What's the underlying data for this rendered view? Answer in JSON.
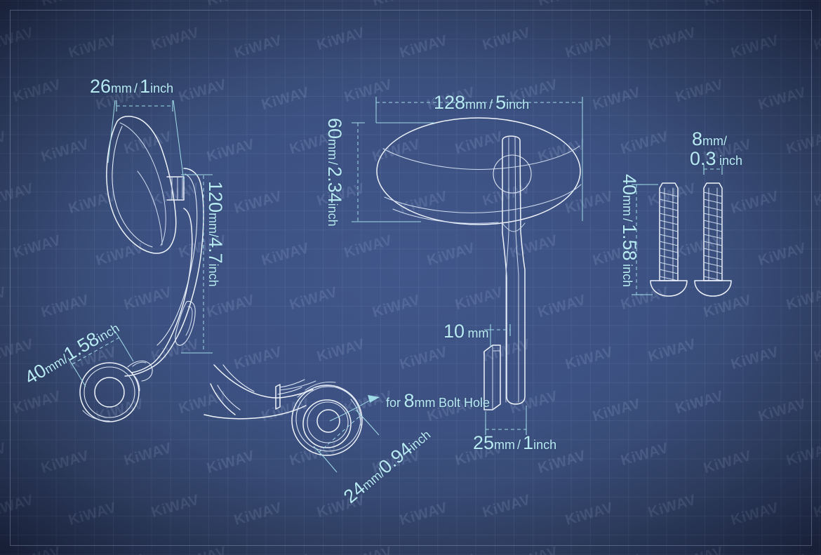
{
  "meta": {
    "title": "KiWAV motorcycle mirror technical blueprint",
    "watermark_text": "KiWAV",
    "colors": {
      "background": "#3c5181",
      "background_edge": "#1d2640",
      "grid_line": "#afc4eb",
      "drawing_line": "#eef3fb",
      "dimension_accent": "#b8eaf2",
      "watermark": "#c4d8f8"
    }
  },
  "views": {
    "side_view": {
      "name": "Side view of mirror assembly"
    },
    "bottom_detail": {
      "name": "Bottom view of mount base"
    },
    "front_view": {
      "name": "Front view with elliptical mirror head"
    },
    "profile_view": {
      "name": "Edge profile of stem and base"
    },
    "hardware": {
      "name": "Two mounting bolts"
    }
  },
  "dimensions": {
    "mirror_thickness": {
      "value": "26",
      "unit": "mm",
      "sep": "/",
      "imperial_value": "1",
      "imperial_unit": "inch",
      "full": "26mm/ 1inch"
    },
    "assembly_height": {
      "value": "120",
      "unit": "mm",
      "sep": "/",
      "imperial_value": "4.7",
      "imperial_unit": "inch",
      "full": "120mm/4.7inch"
    },
    "base_diameter": {
      "value": "40",
      "unit": "mm",
      "sep": "/",
      "imperial_value": "1.58",
      "imperial_unit": "inch",
      "full": "40mm/1.58inch"
    },
    "mirror_width": {
      "value": "128",
      "unit": "mm",
      "sep": "/",
      "imperial_value": "5",
      "imperial_unit": "inch",
      "full": "128mm/ 5inch"
    },
    "mirror_height": {
      "value": "60",
      "unit": "mm",
      "sep": "/",
      "imperial_value": "2.34",
      "imperial_unit": "inch",
      "full": "60mm/ 2.34inch"
    },
    "bolt_hole_spacing": {
      "value": "24",
      "unit": "mm",
      "sep": "/",
      "imperial_value": "0.94",
      "imperial_unit": "inch",
      "full": "24mm/ 0.94inch"
    },
    "base_pad_offset": {
      "value": "10",
      "unit": "mm",
      "full": "10 mm"
    },
    "base_depth": {
      "value": "25",
      "unit": "mm",
      "sep": "/",
      "imperial_value": "1",
      "imperial_unit": "inch",
      "full": "25mm/ 1inch"
    },
    "bolt_diameter": {
      "value": "8",
      "unit": "mm",
      "sep": "/",
      "imperial_value": "0.3",
      "imperial_unit": "inch",
      "line1": "8mm/",
      "line2": "0.3 inch"
    },
    "bolt_length": {
      "value": "40",
      "unit": "mm",
      "sep": "/",
      "imperial_value": "1.58",
      "imperial_unit": "inch",
      "full": "40mm / 1.58 inch"
    }
  },
  "annotations": {
    "bolt_hole_note": {
      "prefix": "for",
      "size": "8",
      "unit": "mm",
      "suffix": "Bolt Hole",
      "full": "for 8mm Bolt Hole"
    }
  }
}
